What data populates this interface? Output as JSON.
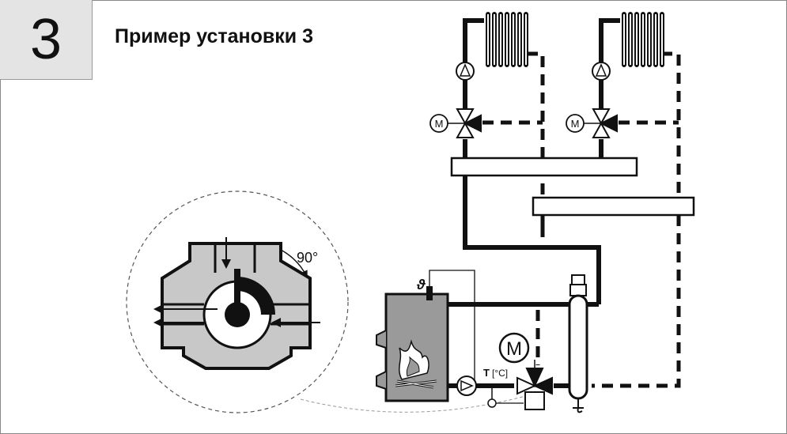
{
  "header": {
    "number": "3",
    "title": "Пример установки 3"
  },
  "labels": {
    "angle": "90°",
    "motor": "M",
    "temp_sensor": "ϑ",
    "temp_label": "T",
    "temp_unit": "[°C]"
  },
  "colors": {
    "pipe": "#111111",
    "boiler_fill": "#9a9a9a",
    "valve_body": "#cfcfcf"
  }
}
